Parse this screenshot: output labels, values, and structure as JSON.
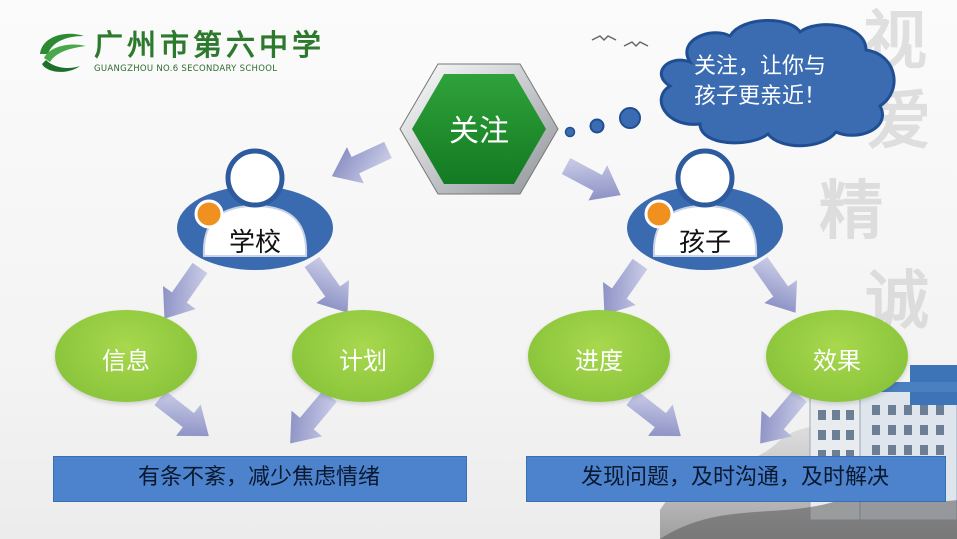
{
  "logo": {
    "name_cn": "广州市第六中学",
    "name_en": "GUANGZHOU NO.6 SECONDARY SCHOOL"
  },
  "decoration": {
    "calligraphy": [
      "视",
      "爱",
      "精",
      "诚"
    ]
  },
  "bubble": {
    "line1": "关注，让你与",
    "line2": "孩子更亲近！"
  },
  "center": {
    "label": "关注"
  },
  "nodes": {
    "school": {
      "label": "学校"
    },
    "child": {
      "label": "孩子"
    }
  },
  "leaves": {
    "info": "信息",
    "plan": "计划",
    "progress": "进度",
    "effect": "效果"
  },
  "outcomes": {
    "left": "有条不紊，减少焦虑情绪",
    "right": "发现问题，及时沟通，及时解决"
  },
  "colors": {
    "hex_green": "#1f8f2c",
    "person_blue": "#3a6ab0",
    "leaf_green": "#8cc63c",
    "box_blue": "#4c83cc",
    "arrow_purple": "#8a8fc4",
    "accent_orange": "#f0901e"
  }
}
